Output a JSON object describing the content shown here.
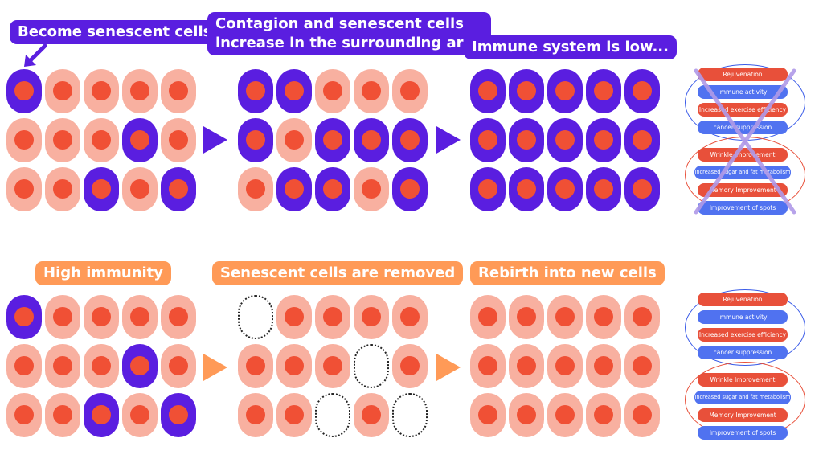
{
  "colors": {
    "senescent": "#5a1ee0",
    "healthy": "#f8b0a0",
    "nucleus": "#f05035",
    "accent_orange": "#ff9a57",
    "pill_red": "#e8503a",
    "pill_blue": "#5072f0",
    "cross": "#b09ae8"
  },
  "top_row": {
    "step1": {
      "label": "Become senescent cells"
    },
    "step2": {
      "label_line1": "Contagion and senescent cells",
      "label_line2": "increase in the surrounding area"
    },
    "step3": {
      "label": "Immune system is low..."
    }
  },
  "bottom_row": {
    "step1": {
      "label": "High immunity"
    },
    "step2": {
      "label": "Senescent cells are removed"
    },
    "step3": {
      "label": "Rebirth into new cells"
    }
  },
  "grids": {
    "top_1": [
      "SHHHH",
      "HHHSH",
      "HHSHS"
    ],
    "top_2": [
      "SSHHH",
      "SHSSS",
      "HSSHS"
    ],
    "top_3": [
      "SSSSS",
      "SSSSS",
      "SSSSS"
    ],
    "bottom_1": [
      "SHHHH",
      "HHHSH",
      "HHSHS"
    ],
    "bottom_2": [
      "RHHHH",
      "HHHRH",
      "HHRHR"
    ],
    "bottom_3": [
      "HHHHH",
      "HHHHH",
      "HHHHH"
    ]
  },
  "benefits": {
    "upper": [
      "Rejuvenation",
      "Immune activity",
      "Increased exercise efficiency",
      "cancer suppression"
    ],
    "lower": [
      "Wrinkle Improvement",
      "Increased sugar and fat metabolism",
      "Memory Improvement",
      "Improvement of spots"
    ]
  },
  "icons": {
    "pointer": "arrow-pointer-icon",
    "step_arrow": "triangle-right-icon",
    "cross": "cross-out-icon"
  }
}
